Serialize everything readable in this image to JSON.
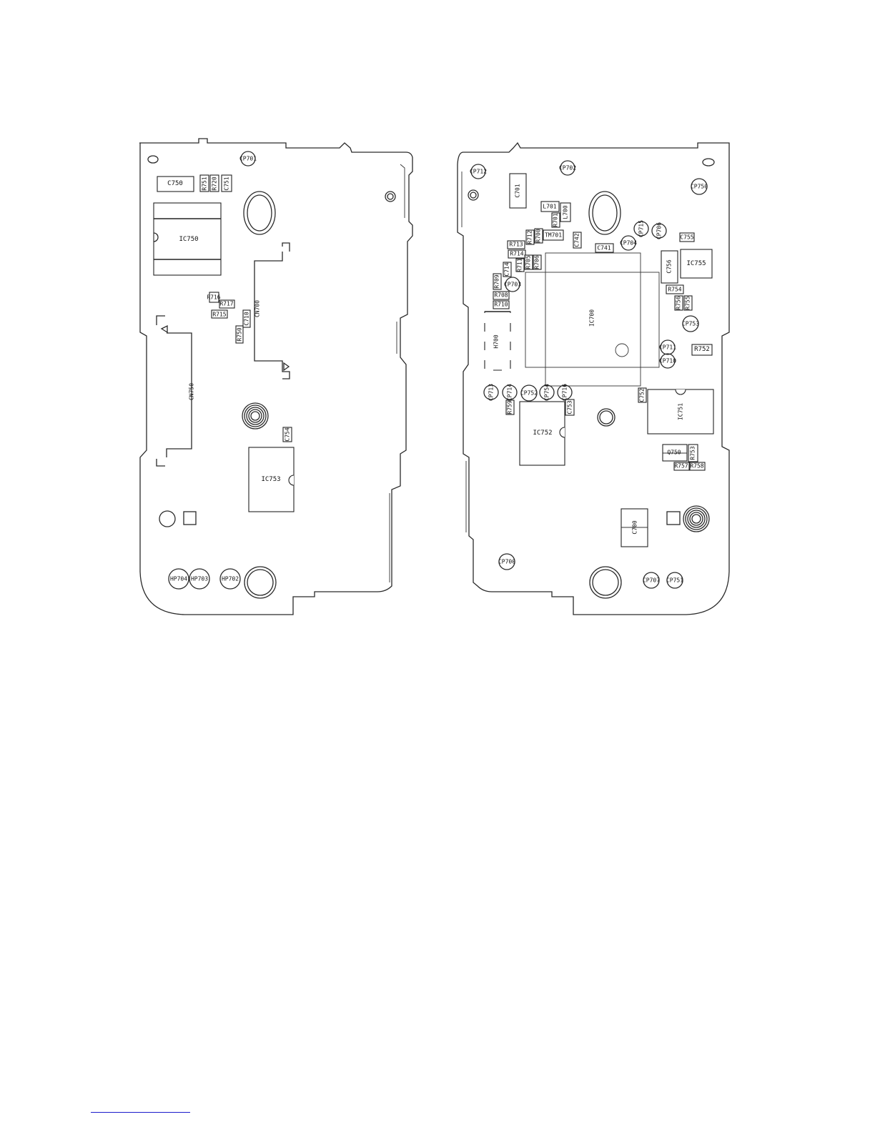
{
  "left_board": {
    "components": [
      {
        "id": "C750",
        "label": "C750"
      },
      {
        "id": "R751",
        "label": "R751"
      },
      {
        "id": "R720",
        "label": "R720"
      },
      {
        "id": "C751",
        "label": "C751"
      },
      {
        "id": "IC750",
        "label": "IC750"
      },
      {
        "id": "R716",
        "label": "R716"
      },
      {
        "id": "R717",
        "label": "R717"
      },
      {
        "id": "R715",
        "label": "R715"
      },
      {
        "id": "R750",
        "label": "R750"
      },
      {
        "id": "C710",
        "label": "C710"
      },
      {
        "id": "CN700",
        "label": "CN700"
      },
      {
        "id": "CN750",
        "label": "CN750"
      },
      {
        "id": "C754",
        "label": "C754"
      },
      {
        "id": "IC753",
        "label": "IC753"
      }
    ],
    "test_points": [
      {
        "id": "CP701",
        "label": "CP701"
      },
      {
        "id": "HP704",
        "label": "HP704"
      },
      {
        "id": "HP703",
        "label": "HP703"
      },
      {
        "id": "HP702",
        "label": "HP702"
      }
    ]
  },
  "right_board": {
    "components": [
      {
        "id": "C701",
        "label": "C701"
      },
      {
        "id": "L701",
        "label": "L701"
      },
      {
        "id": "L700",
        "label": "L700"
      },
      {
        "id": "R701",
        "label": "R701"
      },
      {
        "id": "R700",
        "label": "R700"
      },
      {
        "id": "R712",
        "label": "R712"
      },
      {
        "id": "TM701",
        "label": "TM701"
      },
      {
        "id": "C742",
        "label": "C742"
      },
      {
        "id": "C741",
        "label": "C741"
      },
      {
        "id": "R713",
        "label": "R713"
      },
      {
        "id": "R714",
        "label": "R714"
      },
      {
        "id": "R711",
        "label": "R711"
      },
      {
        "id": "R705",
        "label": "R705"
      },
      {
        "id": "R706",
        "label": "R706"
      },
      {
        "id": "C714",
        "label": "C714"
      },
      {
        "id": "R709",
        "label": "R709"
      },
      {
        "id": "R708",
        "label": "R708"
      },
      {
        "id": "R710",
        "label": "R710"
      },
      {
        "id": "H700",
        "label": "H700"
      },
      {
        "id": "IC700",
        "label": "IC700"
      },
      {
        "id": "C755",
        "label": "C755"
      },
      {
        "id": "C756",
        "label": "C756"
      },
      {
        "id": "IC755",
        "label": "IC755"
      },
      {
        "id": "R754",
        "label": "R754"
      },
      {
        "id": "R756",
        "label": "R756"
      },
      {
        "id": "R755",
        "label": "R755"
      },
      {
        "id": "R752",
        "label": "R752"
      },
      {
        "id": "C752",
        "label": "C752"
      },
      {
        "id": "IC751",
        "label": "IC751"
      },
      {
        "id": "R759",
        "label": "R759"
      },
      {
        "id": "C753",
        "label": "C753"
      },
      {
        "id": "IC752",
        "label": "IC752"
      },
      {
        "id": "Q750",
        "label": "Q750"
      },
      {
        "id": "R753",
        "label": "R753"
      },
      {
        "id": "R757",
        "label": "R757"
      },
      {
        "id": "R758",
        "label": "R758"
      },
      {
        "id": "C700",
        "label": "C700"
      }
    ],
    "test_points": [
      {
        "id": "CP712",
        "label": "CP712"
      },
      {
        "id": "CP702",
        "label": "CP702"
      },
      {
        "id": "CP750",
        "label": "CP750"
      },
      {
        "id": "CP715",
        "label": "CP715"
      },
      {
        "id": "CP706",
        "label": "CP706"
      },
      {
        "id": "CP704",
        "label": "CP704"
      },
      {
        "id": "CP703",
        "label": "CP703"
      },
      {
        "id": "CP753",
        "label": "CP753"
      },
      {
        "id": "CP711",
        "label": "CP711"
      },
      {
        "id": "CP710",
        "label": "CP710"
      },
      {
        "id": "CP713",
        "label": "CP713"
      },
      {
        "id": "CP714",
        "label": "CP714"
      },
      {
        "id": "CP752",
        "label": "CP752"
      },
      {
        "id": "CP754",
        "label": "CP754"
      },
      {
        "id": "CP716",
        "label": "CP716"
      },
      {
        "id": "CP700",
        "label": "CP700"
      },
      {
        "id": "CP707",
        "label": "CP707"
      },
      {
        "id": "CP751",
        "label": "CP751"
      }
    ]
  }
}
